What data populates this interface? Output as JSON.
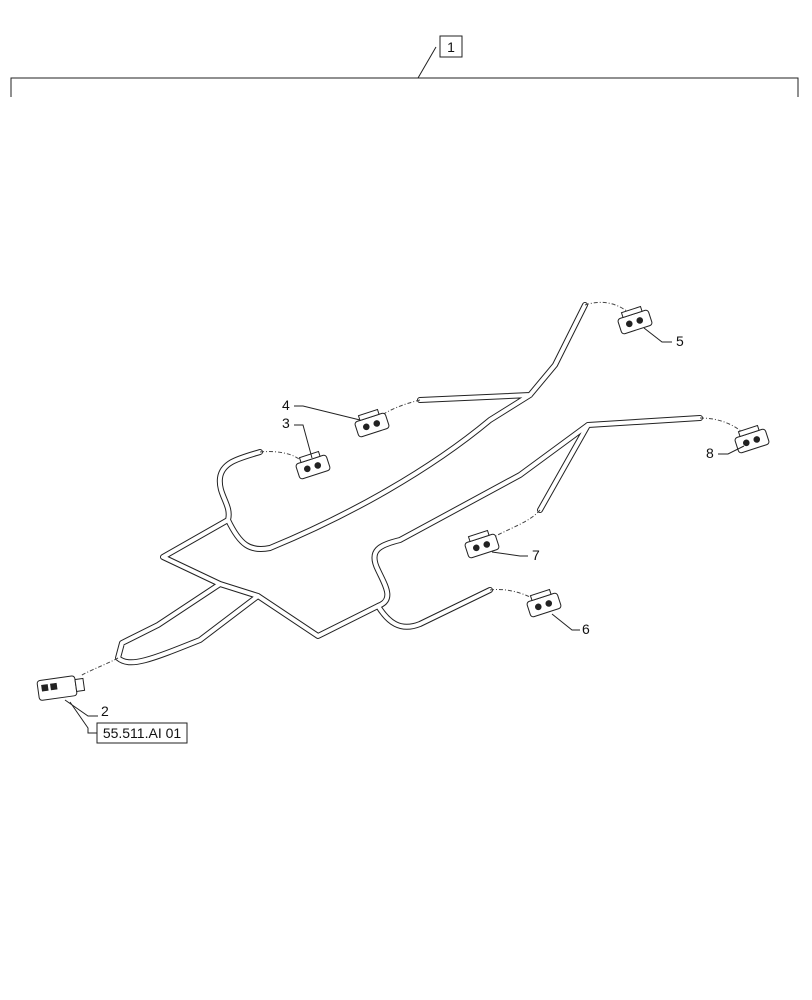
{
  "assembly_callout": "1",
  "reference_callout": "55.511.AI 01",
  "part_callouts": [
    "2",
    "3",
    "4",
    "5",
    "6",
    "7",
    "8"
  ]
}
